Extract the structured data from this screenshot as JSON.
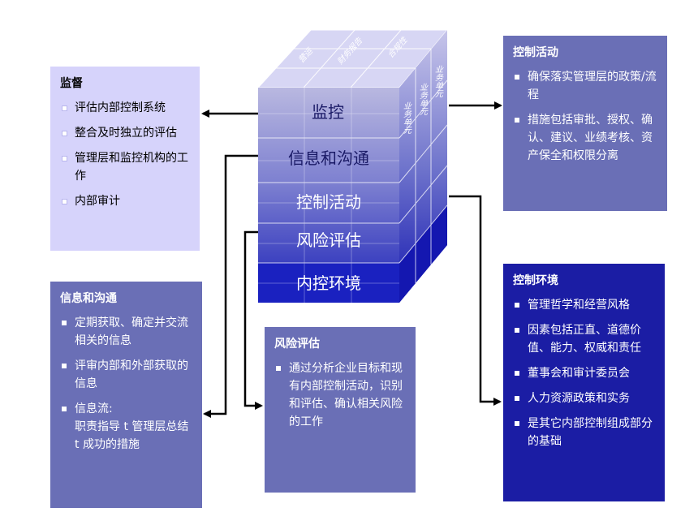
{
  "cube": {
    "layers": [
      "监控",
      "信息和沟通",
      "控制活动",
      "风险评估",
      "内控环境"
    ],
    "top_labels": [
      "营运",
      "财务报告",
      "合规性"
    ],
    "side_labels": [
      "业务单元",
      "业务单元",
      "业务单元"
    ]
  },
  "monitoring": {
    "title": "监督",
    "items": [
      "评估内部控制系统",
      "整合及时独立的评估",
      "管理层和监控机构的工作",
      "内部审计"
    ]
  },
  "information": {
    "title": "信息和沟通",
    "items": [
      "定期获取、确定并交流相关的信息",
      "评审内部和外部获取的信息"
    ],
    "flow_label": "信息流:",
    "flow_text": "职责指导 t 管理层总结 t 成功的措施"
  },
  "risk": {
    "title": "风险评估",
    "items": [
      "通过分析企业目标和现有内部控制活动，识别和评估、确认相关风险的工作"
    ]
  },
  "control_activities": {
    "title": "控制活动",
    "items": [
      "确保落实管理层的政策/流程",
      "措施包括审批、授权、确认、建议、业绩考核、资产保全和权限分离"
    ]
  },
  "control_environment": {
    "title": "控制环境",
    "items": [
      "管理哲学和经营风格",
      "因素包括正直、道德价值、能力、权威和责任",
      "董事会和审计委员会",
      "人力资源政策和实务",
      "是其它内部控制组成部分的基础"
    ]
  },
  "colors": {
    "light": "#d6d3fb",
    "mid": "#6a6fb6",
    "dark": "#1b1da4",
    "arrow": "#000000"
  }
}
